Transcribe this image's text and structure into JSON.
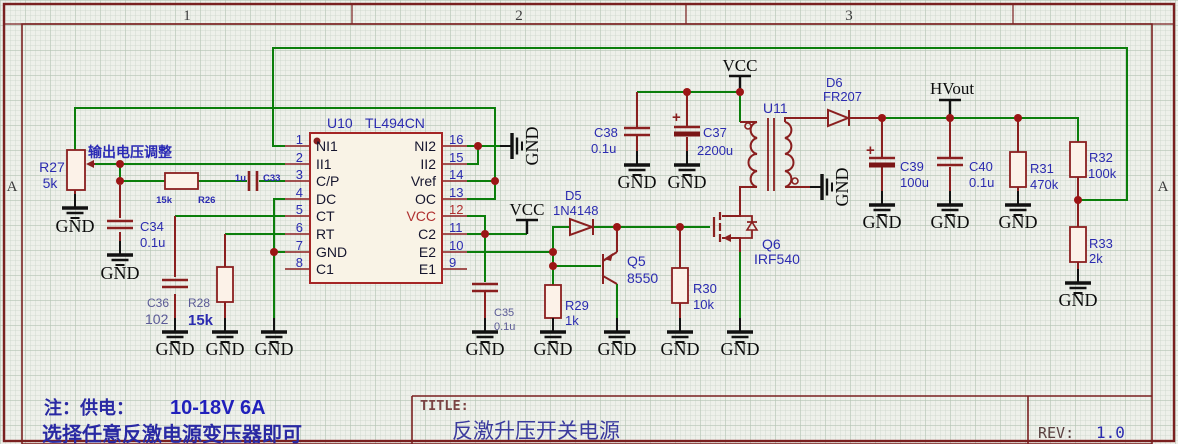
{
  "sheet": {
    "zones": {
      "z1": "1",
      "z2": "2",
      "z3": "3"
    },
    "row_label": "A"
  },
  "title_block": {
    "title_label": "TITLE:",
    "title": "反激升压开关电源",
    "rev_label": "REV:",
    "rev": "1.0"
  },
  "notes": {
    "prefix": "注：供电：",
    "supply": "10-18V 6A",
    "line2": "选择任意反激电源变压器即可"
  },
  "nets": {
    "gnd": "GND",
    "vcc": "VCC",
    "hvout": "HVout"
  },
  "annotations": {
    "output_adjust": "输出电压调整"
  },
  "u10": {
    "ref": "U10",
    "part": "TL494CN",
    "left_pins": [
      {
        "n": "1",
        "name": "NI1"
      },
      {
        "n": "2",
        "name": "II1"
      },
      {
        "n": "3",
        "name": "C/P"
      },
      {
        "n": "4",
        "name": "DC"
      },
      {
        "n": "5",
        "name": "CT"
      },
      {
        "n": "6",
        "name": "RT"
      },
      {
        "n": "7",
        "name": "GND"
      },
      {
        "n": "8",
        "name": "C1"
      }
    ],
    "right_pins": [
      {
        "n": "16",
        "name": "NI2"
      },
      {
        "n": "15",
        "name": "II2"
      },
      {
        "n": "14",
        "name": "Vref"
      },
      {
        "n": "13",
        "name": "OC"
      },
      {
        "n": "12",
        "name": "VCC"
      },
      {
        "n": "11",
        "name": "C2"
      },
      {
        "n": "10",
        "name": "E2"
      },
      {
        "n": "9",
        "name": "E1"
      }
    ]
  },
  "u11": {
    "ref": "U11"
  },
  "components": {
    "r27": {
      "ref": "R27",
      "val": "5k"
    },
    "r26": {
      "ref": "R26",
      "val": "15k"
    },
    "r28": {
      "ref": "R28",
      "val": "15k"
    },
    "r29": {
      "ref": "R29",
      "val": "1k"
    },
    "r30": {
      "ref": "R30",
      "val": "10k"
    },
    "r31": {
      "ref": "R31",
      "val": "470k"
    },
    "r32": {
      "ref": "R32",
      "val": "100k"
    },
    "r33": {
      "ref": "R33",
      "val": "2k"
    },
    "c33": {
      "ref": "C33",
      "val": "1u"
    },
    "c34": {
      "ref": "C34",
      "val": "0.1u"
    },
    "c35": {
      "ref": "C35",
      "val": "0.1u"
    },
    "c36": {
      "ref": "C36",
      "val": "102"
    },
    "c37": {
      "ref": "C37",
      "val": "2200u"
    },
    "c38": {
      "ref": "C38",
      "val": "0.1u"
    },
    "c39": {
      "ref": "C39",
      "val": "100u"
    },
    "c40": {
      "ref": "C40",
      "val": "0.1u"
    },
    "d5": {
      "ref": "D5",
      "val": "1N4148"
    },
    "d6": {
      "ref": "D6",
      "val": "FR207"
    },
    "q5": {
      "ref": "Q5",
      "val": "8550"
    },
    "q6": {
      "ref": "Q6",
      "val": "IRF540"
    },
    "plus": "+"
  }
}
